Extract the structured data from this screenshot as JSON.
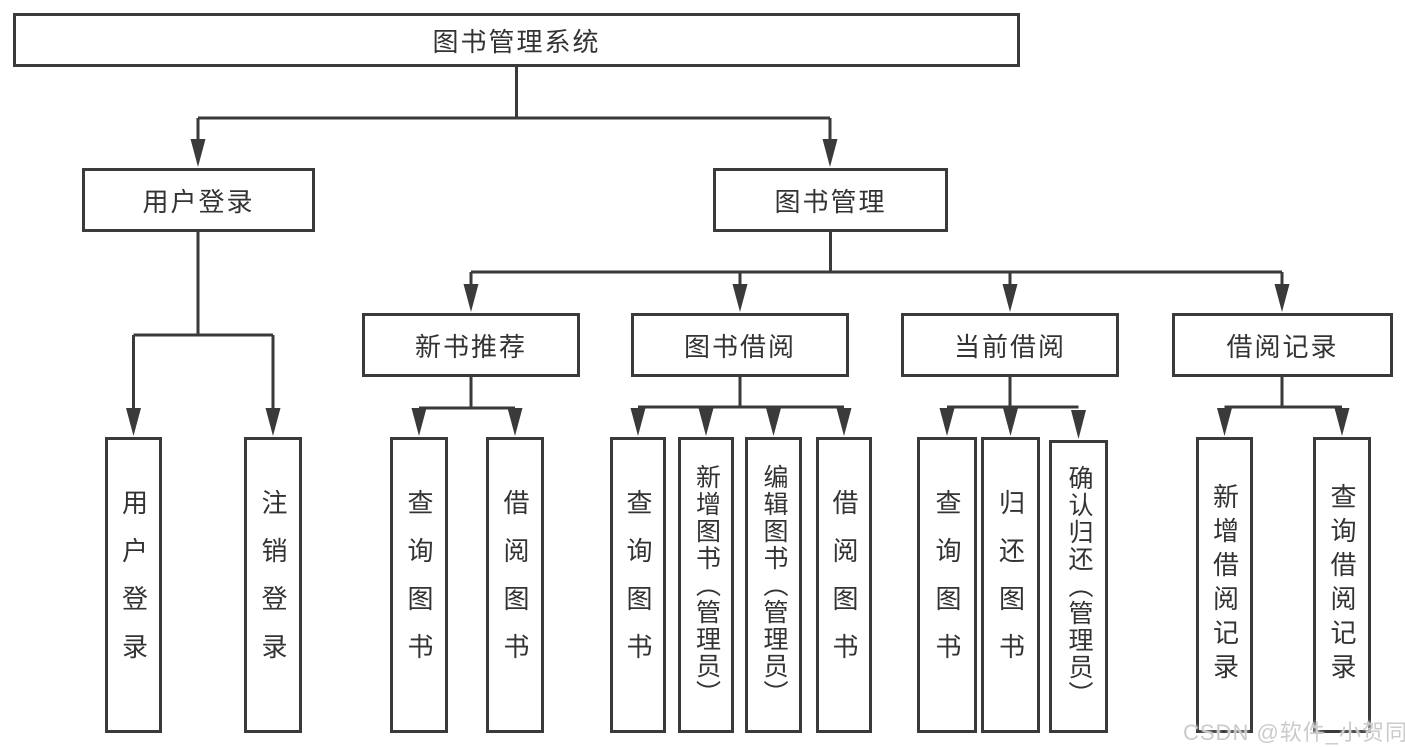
{
  "tree": {
    "label": "图书管理系统",
    "children": [
      {
        "label": "用户登录",
        "children": [
          {
            "label": "用户登录"
          },
          {
            "label": "注销登录"
          }
        ]
      },
      {
        "label": "图书管理",
        "children": [
          {
            "label": "新书推荐",
            "children": [
              {
                "label": "查询图书"
              },
              {
                "label": "借阅图书"
              }
            ]
          },
          {
            "label": "图书借阅",
            "children": [
              {
                "label": "查询图书"
              },
              {
                "label": "新增图书（管理员）"
              },
              {
                "label": "编辑图书（管理员）"
              },
              {
                "label": "借阅图书"
              }
            ]
          },
          {
            "label": "当前借阅",
            "children": [
              {
                "label": "查询图书"
              },
              {
                "label": "归还图书"
              },
              {
                "label": "确认归还（管理员）"
              }
            ]
          },
          {
            "label": "借阅记录",
            "children": [
              {
                "label": "新增借阅记录"
              },
              {
                "label": "查询借阅记录"
              }
            ]
          }
        ]
      }
    ]
  },
  "watermark": {
    "text": "CSDN @软件_小贺同学"
  },
  "colors": {
    "line": "#3a3a3a",
    "text": "#333333",
    "background": "#ffffff",
    "watermark": "#cbcbcb"
  }
}
